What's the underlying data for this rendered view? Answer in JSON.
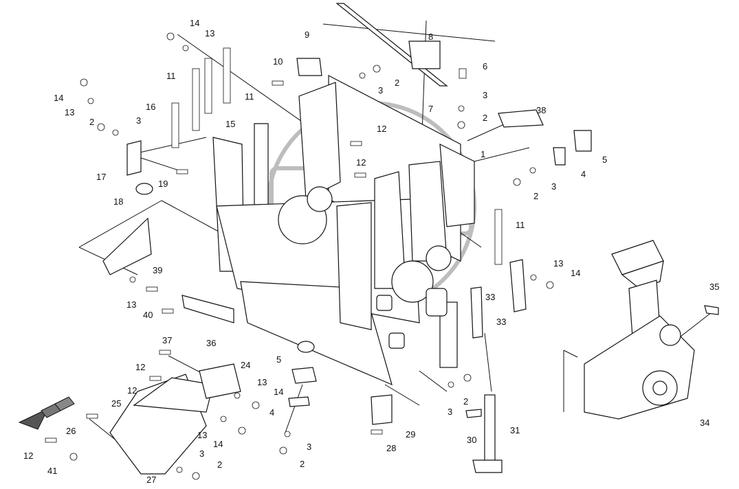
{
  "diagram": {
    "labels": [
      {
        "id": "l14a",
        "text": "14"
      },
      {
        "id": "l13a",
        "text": "13"
      },
      {
        "id": "l9",
        "text": "9"
      },
      {
        "id": "l8",
        "text": "8"
      },
      {
        "id": "l10",
        "text": "10"
      },
      {
        "id": "l11a",
        "text": "11"
      },
      {
        "id": "l11b",
        "text": "11"
      },
      {
        "id": "l6",
        "text": "6"
      },
      {
        "id": "l14b",
        "text": "14"
      },
      {
        "id": "l13b",
        "text": "13"
      },
      {
        "id": "l3a",
        "text": "3"
      },
      {
        "id": "l2a",
        "text": "2"
      },
      {
        "id": "l3b",
        "text": "3"
      },
      {
        "id": "l7",
        "text": "7"
      },
      {
        "id": "l16",
        "text": "16"
      },
      {
        "id": "l15",
        "text": "15"
      },
      {
        "id": "l2b",
        "text": "2"
      },
      {
        "id": "l3c",
        "text": "3"
      },
      {
        "id": "l2c",
        "text": "2"
      },
      {
        "id": "l38",
        "text": "38"
      },
      {
        "id": "l12a",
        "text": "12"
      },
      {
        "id": "l1",
        "text": "1"
      },
      {
        "id": "l5a",
        "text": "5"
      },
      {
        "id": "l17",
        "text": "17"
      },
      {
        "id": "l19",
        "text": "19"
      },
      {
        "id": "l12b",
        "text": "12"
      },
      {
        "id": "l4a",
        "text": "4"
      },
      {
        "id": "l3d",
        "text": "3"
      },
      {
        "id": "l18",
        "text": "18"
      },
      {
        "id": "l2d",
        "text": "2"
      },
      {
        "id": "l11c",
        "text": "11"
      },
      {
        "id": "l39",
        "text": "39"
      },
      {
        "id": "l13c",
        "text": "13"
      },
      {
        "id": "l14c",
        "text": "14"
      },
      {
        "id": "l33a",
        "text": "33"
      },
      {
        "id": "l13d",
        "text": "13"
      },
      {
        "id": "l40",
        "text": "40"
      },
      {
        "id": "l35",
        "text": "35"
      },
      {
        "id": "l33b",
        "text": "33"
      },
      {
        "id": "l37",
        "text": "37"
      },
      {
        "id": "l36",
        "text": "36"
      },
      {
        "id": "l12c",
        "text": "12"
      },
      {
        "id": "l24",
        "text": "24"
      },
      {
        "id": "l5b",
        "text": "5"
      },
      {
        "id": "l12d",
        "text": "12"
      },
      {
        "id": "l13e",
        "text": "13"
      },
      {
        "id": "l14d",
        "text": "14"
      },
      {
        "id": "l2e",
        "text": "2"
      },
      {
        "id": "l25",
        "text": "25"
      },
      {
        "id": "l4b",
        "text": "4"
      },
      {
        "id": "l3e",
        "text": "3"
      },
      {
        "id": "l34",
        "text": "34"
      },
      {
        "id": "l26",
        "text": "26"
      },
      {
        "id": "l13f",
        "text": "13"
      },
      {
        "id": "l14e",
        "text": "14"
      },
      {
        "id": "l29",
        "text": "29"
      },
      {
        "id": "l31",
        "text": "31"
      },
      {
        "id": "l30",
        "text": "30"
      },
      {
        "id": "l3f",
        "text": "3"
      },
      {
        "id": "l28",
        "text": "28"
      },
      {
        "id": "l12e",
        "text": "12"
      },
      {
        "id": "l3g",
        "text": "3"
      },
      {
        "id": "l2f",
        "text": "2"
      },
      {
        "id": "l41",
        "text": "41"
      },
      {
        "id": "l2g",
        "text": "2"
      },
      {
        "id": "l27",
        "text": "27"
      }
    ]
  }
}
